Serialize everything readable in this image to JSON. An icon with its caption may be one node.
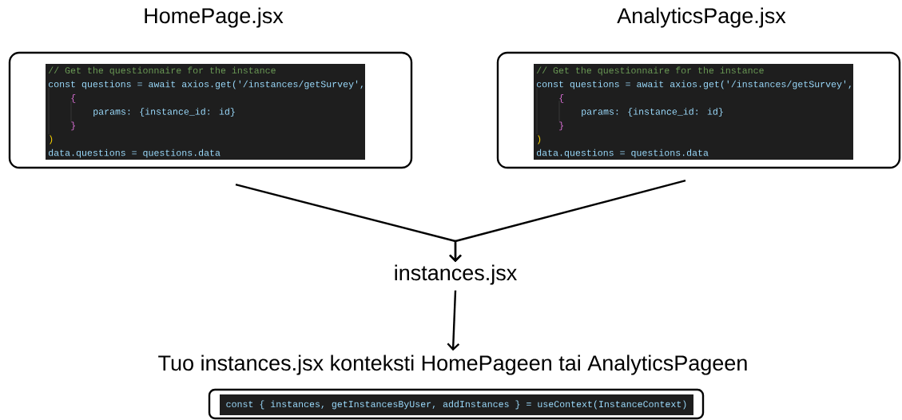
{
  "diagram": {
    "nodes": [
      {
        "text": [
          "HomePage.jsx",
          "// Get the questionnaire for the instance",
          "const questions = await axios.get('/instances/getSurvey',",
          "{",
          "params: {instance_id: id}",
          "}",
          ")",
          "data.questions = questions.data"
        ]
      },
      {
        "text": [
          "AnalyticsPage.jsx",
          "// Get the questionnaire for the instance",
          "const questions = await axios.get('/instances/getSurvey',",
          "{",
          "params: {instance_id: id}",
          "}",
          ")",
          "data.questions = questions.data"
        ]
      },
      {
        "text": [
          "instances.jsx"
        ]
      },
      {
        "text": [
          "Tuo instances.jsx konteksti HomePageen tai AnalyticsPageen"
        ]
      },
      {
        "text": [
          "const { instances, getInstancesByUser, addInstances } = useContext(InstanceContext)"
        ]
      }
    ],
    "edges": [
      {
        "from": 0,
        "to": 2,
        "arrow": "to"
      },
      {
        "from": 1,
        "to": 2,
        "arrow": "to"
      },
      {
        "from": 2,
        "to": 3,
        "arrow": "to"
      }
    ]
  }
}
